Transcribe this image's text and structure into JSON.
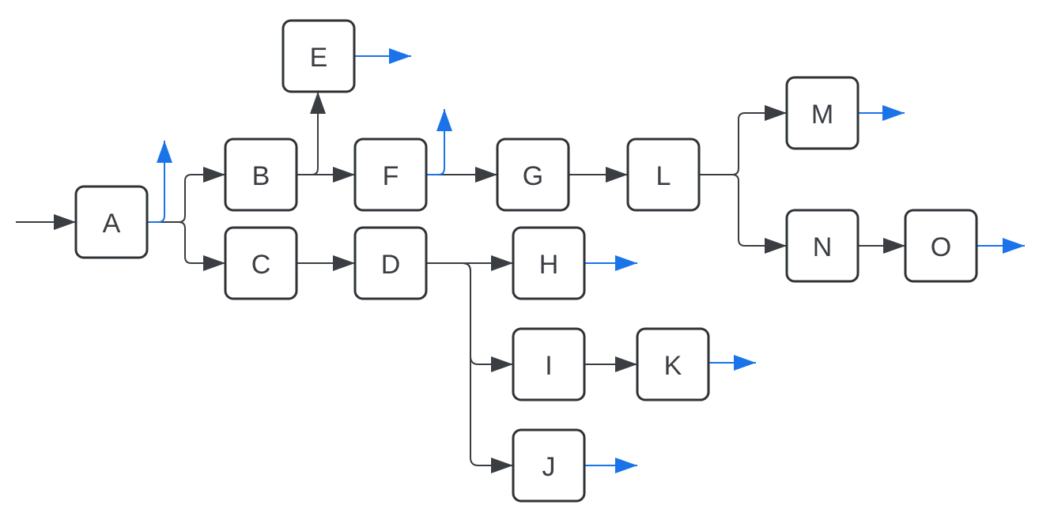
{
  "diagram": {
    "type": "flowchart",
    "colors": {
      "node_border": "#2f3337",
      "node_fill": "#ffffff",
      "label": "#3a3d42",
      "edge": "#3a3d42",
      "output_arrow": "#1a73e8"
    },
    "nodes": [
      {
        "id": "A",
        "label": "A"
      },
      {
        "id": "B",
        "label": "B"
      },
      {
        "id": "C",
        "label": "C"
      },
      {
        "id": "D",
        "label": "D"
      },
      {
        "id": "E",
        "label": "E"
      },
      {
        "id": "F",
        "label": "F"
      },
      {
        "id": "G",
        "label": "G"
      },
      {
        "id": "H",
        "label": "H"
      },
      {
        "id": "I",
        "label": "I"
      },
      {
        "id": "J",
        "label": "J"
      },
      {
        "id": "K",
        "label": "K"
      },
      {
        "id": "L",
        "label": "L"
      },
      {
        "id": "M",
        "label": "M"
      },
      {
        "id": "N",
        "label": "N"
      },
      {
        "id": "O",
        "label": "O"
      }
    ],
    "edges": [
      {
        "from": "input",
        "to": "A"
      },
      {
        "from": "A",
        "to": "B"
      },
      {
        "from": "A",
        "to": "C"
      },
      {
        "from": "B",
        "to": "E"
      },
      {
        "from": "B",
        "to": "F"
      },
      {
        "from": "F",
        "to": "G"
      },
      {
        "from": "G",
        "to": "L"
      },
      {
        "from": "L",
        "to": "M"
      },
      {
        "from": "L",
        "to": "N"
      },
      {
        "from": "N",
        "to": "O"
      },
      {
        "from": "C",
        "to": "D"
      },
      {
        "from": "D",
        "to": "H"
      },
      {
        "from": "D",
        "to": "I"
      },
      {
        "from": "D",
        "to": "J"
      },
      {
        "from": "I",
        "to": "K"
      }
    ],
    "outputs": [
      "A",
      "E",
      "F",
      "H",
      "J",
      "K",
      "M",
      "O"
    ]
  }
}
